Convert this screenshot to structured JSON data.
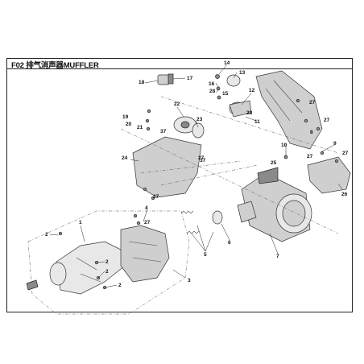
{
  "title": "F02 排气消声器MUFFLER",
  "callouts": [
    "1",
    "2",
    "3",
    "4",
    "5",
    "6",
    "7",
    "8",
    "9",
    "10",
    "11",
    "12",
    "13",
    "14",
    "15",
    "16",
    "17",
    "18",
    "19",
    "20",
    "21",
    "22",
    "23",
    "24",
    "25",
    "26",
    "27",
    "28"
  ]
}
